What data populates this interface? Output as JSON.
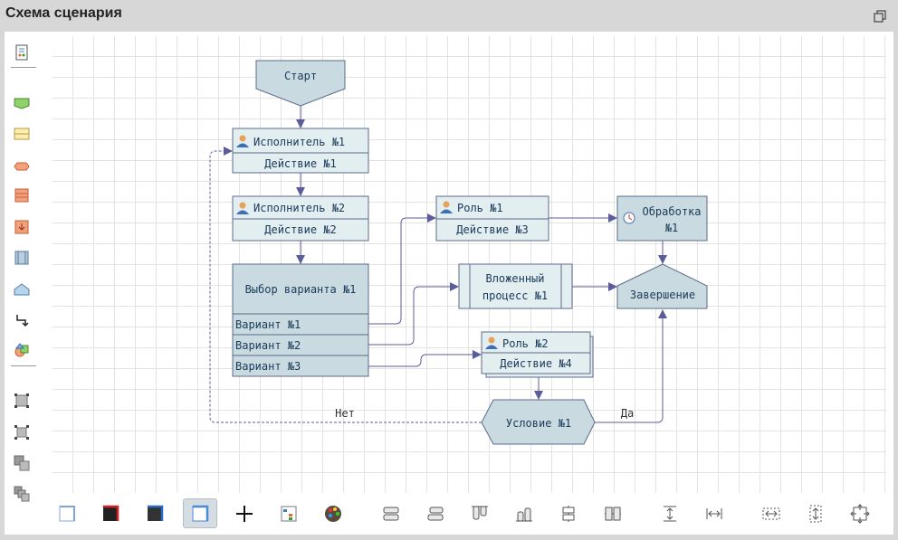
{
  "window": {
    "title": "Схема сценария"
  },
  "nodes": {
    "start": "Старт",
    "exec1_title": "Исполнитель №1",
    "exec1_action": "Действие №1",
    "exec2_title": "Исполнитель №2",
    "exec2_action": "Действие №2",
    "choice_title": "Выбор варианта №1",
    "variant1": "Вариант №1",
    "variant2": "Вариант №2",
    "variant3": "Вариант №3",
    "role1_title": "Роль №1",
    "role1_action": "Действие №3",
    "processing_line1": "Обработка",
    "processing_line2": "№1",
    "nested_line1": "Вложенный",
    "nested_line2": "процесс №1",
    "finish": "Завершение",
    "role2_title": "Роль №2",
    "role2_action": "Действие №4",
    "condition": "Условие №1"
  },
  "edges": {
    "no_label": "Нет",
    "yes_label": "Да"
  },
  "colors": {
    "node_fill": "#c9dbe0",
    "node_fill_light": "#e3eef1",
    "node_stroke": "#5c6b8a",
    "edge": "#5c5c9a",
    "grid": "#e3e3e3"
  },
  "left_toolbar": [
    "document-properties-icon",
    "terminal-shape-icon",
    "action-shape-icon",
    "condition-shape-icon",
    "choice-shape-icon",
    "event-shape-icon",
    "subprocess-shape-icon",
    "finish-shape-icon",
    "connector-icon",
    "elements-icon",
    "select-all-icon",
    "align-icon",
    "group-icon",
    "ungroup-icon"
  ],
  "bottom_toolbar": [
    "style-default-icon",
    "style-red-icon",
    "style-dark-icon",
    "style-blue-icon",
    "add-icon",
    "tree-icon",
    "palette-icon",
    "align-left-icon",
    "align-right-icon",
    "align-top-icon",
    "align-bottom-icon",
    "align-center-h-icon",
    "align-center-v-icon",
    "distribute-v-icon",
    "distribute-h-icon",
    "center-h-icon",
    "center-v-icon",
    "fit-icon"
  ]
}
